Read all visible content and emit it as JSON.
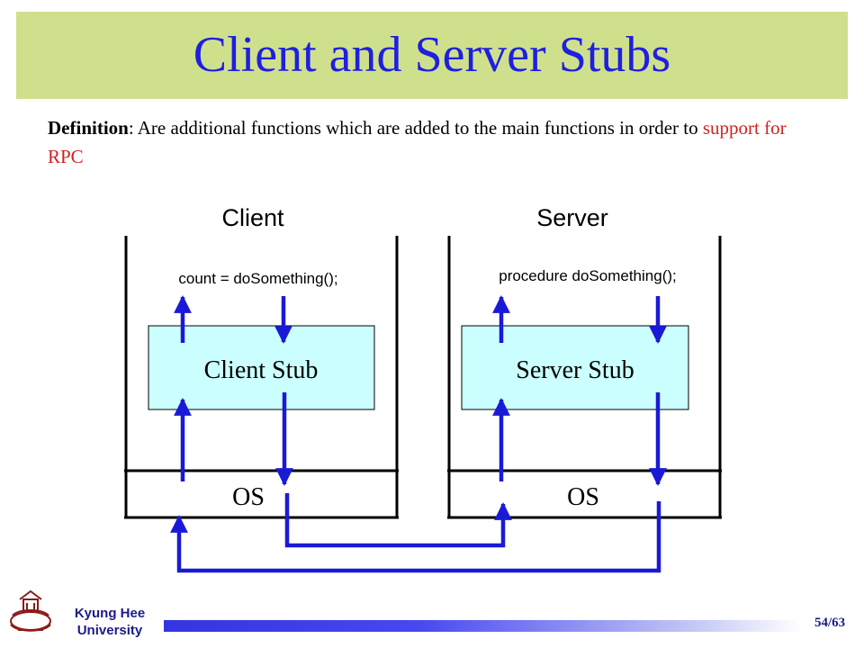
{
  "slide": {
    "title": "Client and Server Stubs",
    "definition_label": "Definition",
    "definition_text": ": Are additional functions which are added to the main functions in order to ",
    "definition_highlight": "support for RPC",
    "accent_color": "#d42020",
    "title_color": "#1f1fe0",
    "title_bar_color": "#cfe08d"
  },
  "diagram": {
    "client_label": "Client",
    "server_label": "Server",
    "client_call": "count = doSomething();",
    "server_call": "procedure doSomething();",
    "client_stub": "Client Stub",
    "server_stub": "Server Stub",
    "client_os": "OS",
    "server_os": "OS",
    "stub_fill": "#ccffff",
    "arrow_color": "#1a1ad6"
  },
  "footer": {
    "university_line1": "Kyung Hee",
    "university_line2": "University",
    "page": "54/63",
    "logo_icon": "university-emblem-icon"
  }
}
